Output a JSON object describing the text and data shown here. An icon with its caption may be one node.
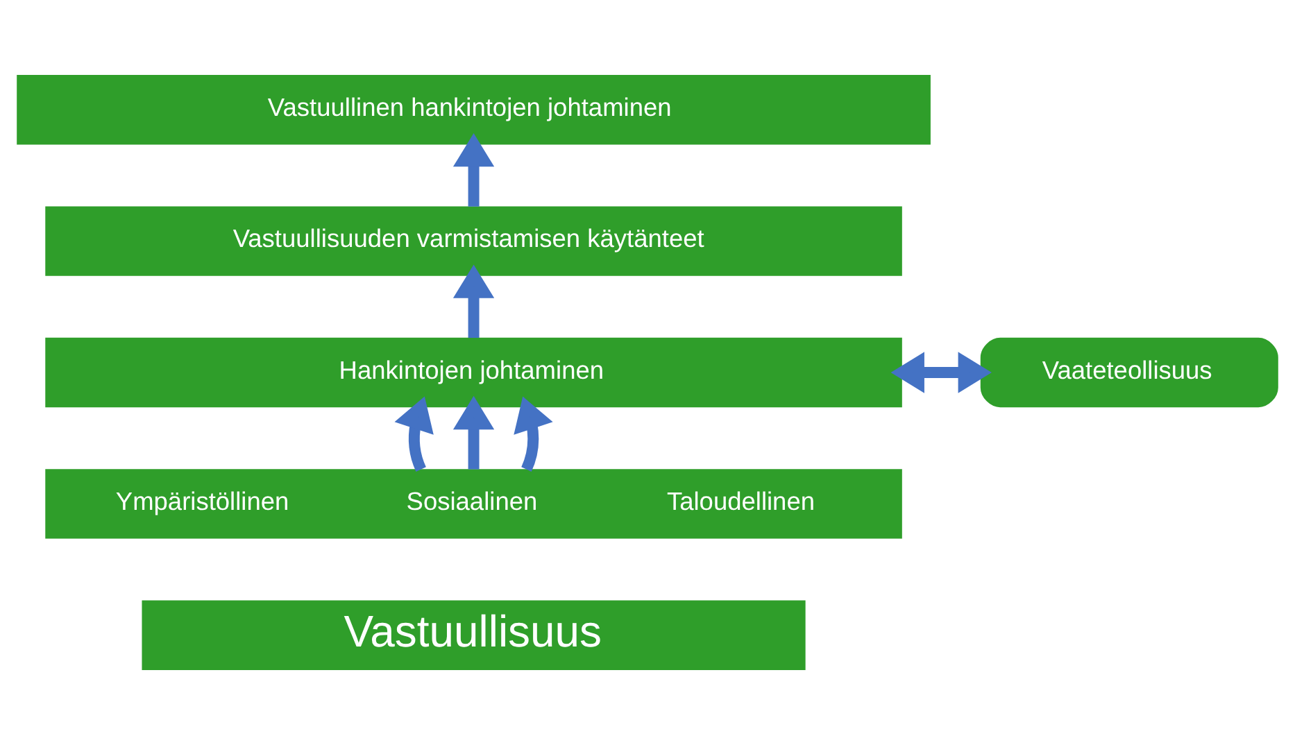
{
  "diagram": {
    "nodes": [
      {
        "text": [
          "Vastuullinen hankintojen johtaminen"
        ]
      },
      {
        "text": [
          "Vastuullisuuden varmistamisen käytänteet"
        ]
      },
      {
        "text": [
          "Vaateteollisuus"
        ]
      },
      {
        "text": [
          "Hankintojen johtaminen"
        ]
      },
      {
        "text": [
          "Ympäristöllinen",
          "Sosiaalinen",
          "Taloudellinen"
        ]
      },
      {
        "text": [
          "Vastuullisuus"
        ]
      }
    ],
    "edges": [
      {
        "from": 1,
        "to": 0,
        "arrow": "to"
      },
      {
        "from": 3,
        "to": 1,
        "arrow": "to"
      },
      {
        "from": 2,
        "to": 3,
        "arrow": "both"
      },
      {
        "from": 4,
        "to": 3,
        "arrow": "to"
      },
      {
        "from": 4,
        "to": 3,
        "arrow": "to"
      },
      {
        "from": 4,
        "to": 3,
        "arrow": "to"
      }
    ]
  }
}
